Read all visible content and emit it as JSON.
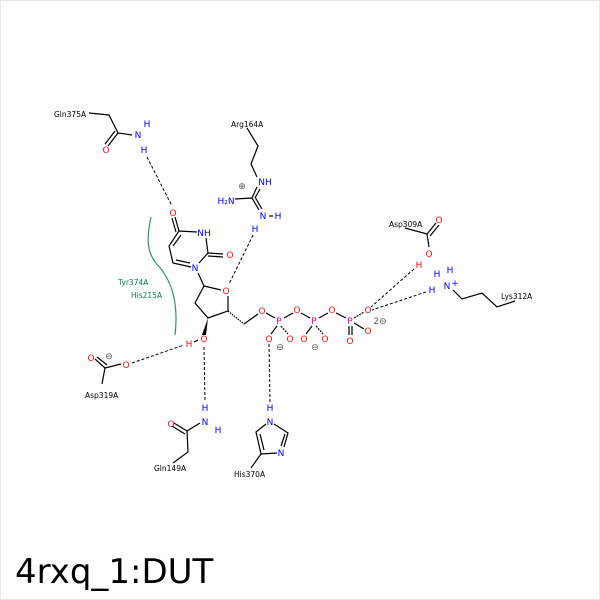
{
  "title": "4rxq_1:DUT",
  "residues": {
    "gln375": "Gln375A",
    "arg164": "Arg164A",
    "asp309": "Asp309A",
    "lys312": "Lys312A",
    "asp319": "Asp319A",
    "gln149": "Gln149A",
    "his370": "His370A"
  },
  "hydrophobic": [
    "Tyr374A",
    "His215A"
  ],
  "atoms": {
    "O": "O",
    "N": "N",
    "H": "H",
    "P": "P",
    "NH": "NH",
    "H2N": "H₂N",
    "plus": "+",
    "charge_minus": "⊖",
    "charge_plus": "⊕",
    "charge_two_minus": "2⊖"
  },
  "colors": {
    "oxygen": "#ff0d0d",
    "nitrogen": "#0000ff",
    "phosphorus": "#e6007e",
    "hydrophobic": "#008844"
  }
}
